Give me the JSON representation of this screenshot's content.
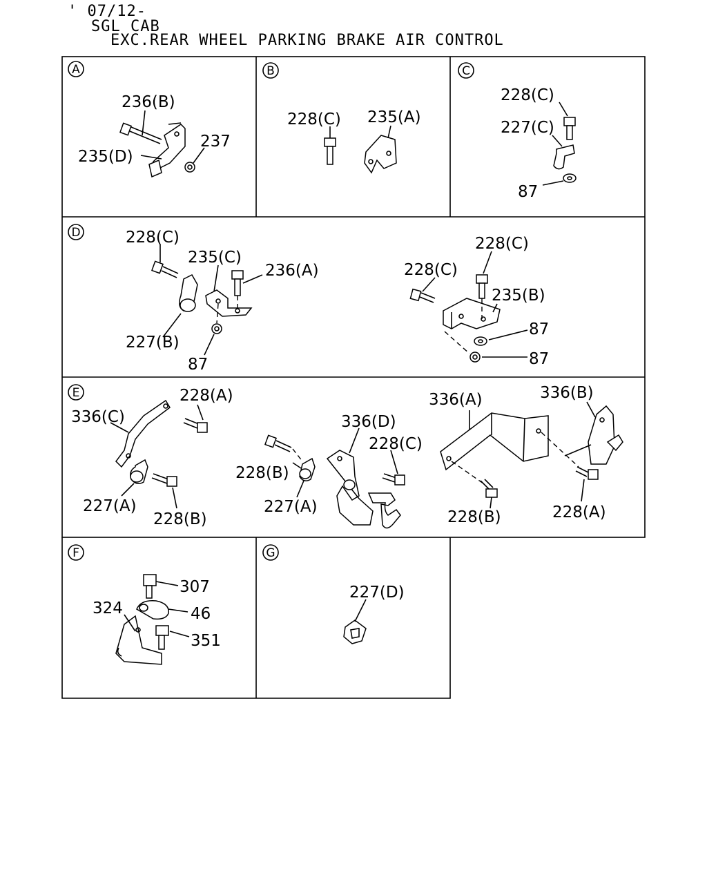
{
  "header": {
    "line1": "' 07/12-",
    "line2": "SGL CAB",
    "line3": "EXC.REAR WHEEL PARKING BRAKE AIR CONTROL"
  },
  "panels": {
    "A": {
      "letter": "A",
      "labels": [
        "236(B)",
        "235(D)",
        "237"
      ]
    },
    "B": {
      "letter": "B",
      "labels": [
        "228(C)",
        "235(A)"
      ]
    },
    "C": {
      "letter": "C",
      "labels": [
        "228(C)",
        "227(C)",
        "87"
      ]
    },
    "D": {
      "letter": "D",
      "labels": [
        "228(C)",
        "235(C)",
        "236(A)",
        "227(B)",
        "87",
        "228(C)",
        "228(C)",
        "235(B)",
        "87",
        "87"
      ]
    },
    "E": {
      "letter": "E",
      "labels": [
        "228(A)",
        "336(C)",
        "227(A)",
        "228(B)",
        "336(D)",
        "228(C)",
        "228(B)",
        "227(A)",
        "336(A)",
        "336(B)",
        "228(B)",
        "228(A)"
      ]
    },
    "F": {
      "letter": "F",
      "labels": [
        "307",
        "324",
        "46",
        "351"
      ]
    },
    "G": {
      "letter": "G",
      "labels": [
        "227(D)"
      ]
    }
  }
}
